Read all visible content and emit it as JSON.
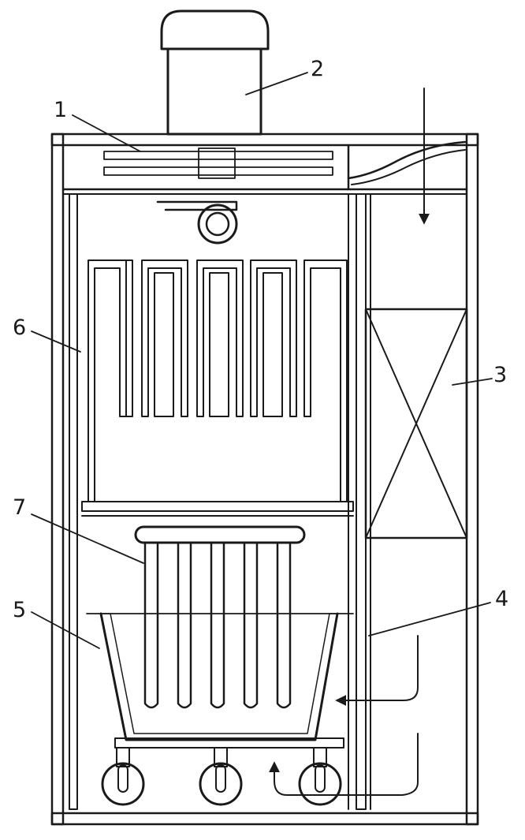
{
  "callouts": [
    "1",
    "2",
    "3",
    "4",
    "5",
    "6",
    "7"
  ],
  "colors": {
    "ink": "#1a1a1a",
    "paper": "#ffffff"
  }
}
